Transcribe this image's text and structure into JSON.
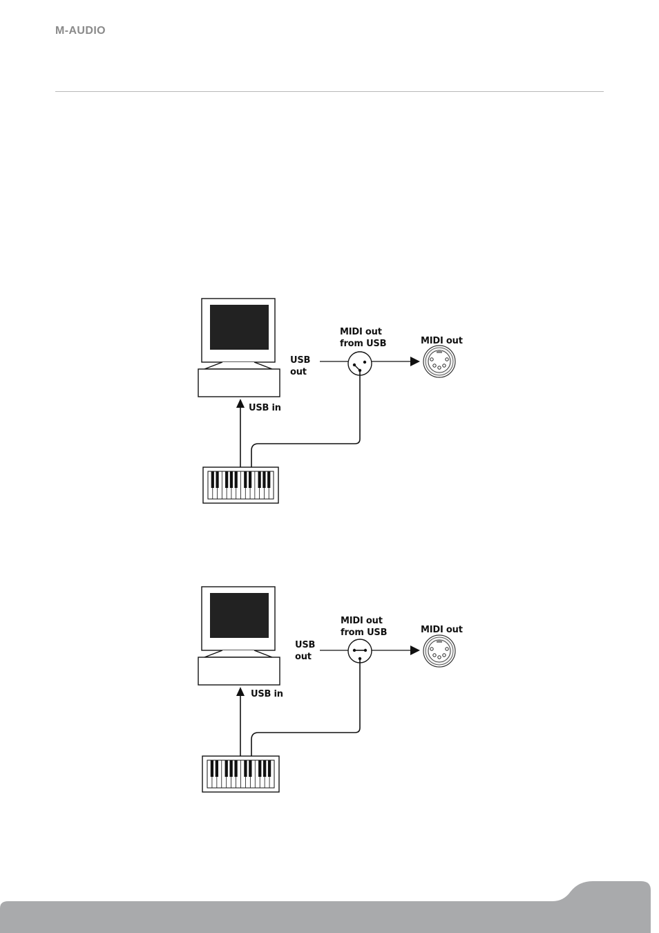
{
  "header": {
    "logo_text": "M-AUDIO"
  },
  "diagrams": [
    {
      "switch_state": "open",
      "labels": {
        "usb_out_line1": "USB",
        "usb_out_line2": "out",
        "midi_out_from_usb_line1": "MIDI out",
        "midi_out_from_usb_line2": "from USB",
        "midi_out": "MIDI out",
        "usb_in": "USB in"
      }
    },
    {
      "switch_state": "closed",
      "labels": {
        "usb_out_line1": "USB",
        "usb_out_line2": "out",
        "midi_out_from_usb_line1": "MIDI out",
        "midi_out_from_usb_line2": "from USB",
        "midi_out": "MIDI out",
        "usb_in": "USB in"
      }
    }
  ],
  "colors": {
    "footer_bar": "#a9aaac",
    "line": "#111111",
    "header_rule": "#b8b8b8"
  }
}
